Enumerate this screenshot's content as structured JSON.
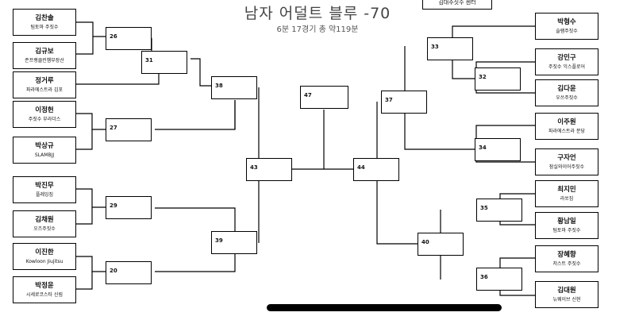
{
  "header": {
    "title": "남자 어덜트 블루 -70",
    "subtitle": "6분 17경기 총 약119분",
    "corner_label": "김대주짓수 센터"
  },
  "left_players": [
    {
      "name": "김찬솔",
      "team": "팀토마 주짓수"
    },
    {
      "name": "김규보",
      "team": "존프랭클린챔부장산"
    },
    {
      "name": "정거루",
      "team": "파라에스트라 김포"
    },
    {
      "name": "이정헌",
      "team": "주짓수 부라더스"
    },
    {
      "name": "박상규",
      "team": "SLAMBJJ"
    },
    {
      "name": "박진무",
      "team": "플레잉짐"
    },
    {
      "name": "김채원",
      "team": "오즈주짓수"
    },
    {
      "name": "이진한",
      "team": "Kowloon Jiujitsu"
    },
    {
      "name": "박정윤",
      "team": "시세로코스타 신림"
    }
  ],
  "right_players": [
    {
      "name": "박형수",
      "team": "슬램주짓수"
    },
    {
      "name": "강민구",
      "team": "주짓수 익스플로어"
    },
    {
      "name": "김다윤",
      "team": "우쓰주짓수"
    },
    {
      "name": "이주원",
      "team": "파라에스트라 분당"
    },
    {
      "name": "구자언",
      "team": "잠실와이어주짓수"
    },
    {
      "name": "최지민",
      "team": "라쏘짐"
    },
    {
      "name": "황남일",
      "team": "팀토마 주짓수"
    },
    {
      "name": "장혜향",
      "team": "저스트 주짓수"
    },
    {
      "name": "김대원",
      "team": "뉴웨이브 신현"
    }
  ],
  "matches": {
    "m26": "26",
    "m31": "31",
    "m38": "38",
    "m27": "27",
    "m43": "43",
    "m29": "29",
    "m39": "39",
    "m20": "20",
    "m47": "47",
    "m44": "44",
    "m33": "33",
    "m32": "32",
    "m37": "37",
    "m34": "34",
    "m35": "35",
    "m40": "40",
    "m36": "36"
  }
}
